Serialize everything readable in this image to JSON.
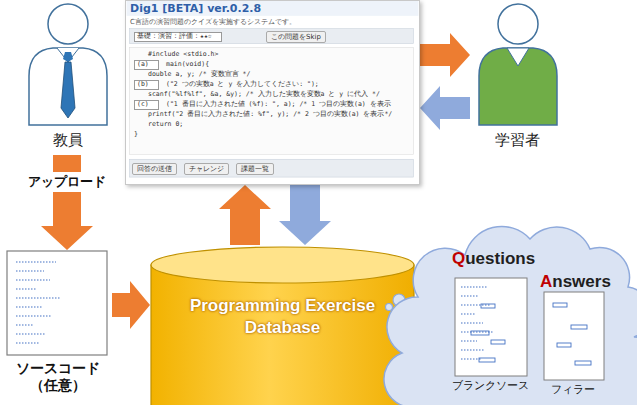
{
  "diagram": {
    "nodes": [
      {
        "text": [
          "教員"
        ]
      },
      {
        "text": [
          "Dig1 [BETA] ver.0.2.8",
          "C言語の演習問題のクイズを実施するシステムです。",
          "基礎：演習：評価：★★☆",
          "この問題をSkip",
          "#include <stdio.h>",
          "(a)",
          "main(void){",
          "double a, y; /* 変数宣言 */",
          "(b)",
          "(\"2 つの実数a と y を入力してください: \");",
          "scanf(\"%lf%lf\", &a, &y); /* 入力した実数を変数a と y に代入 */",
          "(c)",
          "(\"1 番目に入力された値 (%f): \", a); /* 1 つ目の実数(a) を表示",
          "printf(\"2 番目に入力された値: %f\", y); /* 2 つ目の実数(a) を表示*/",
          "return 0;",
          "}",
          "回答の送信",
          "チャレンジ",
          "課題一覧"
        ]
      },
      {
        "text": [
          "学習者"
        ]
      },
      {
        "text": [
          "ソースコード （任意）"
        ]
      },
      {
        "text": [
          "Programming Exercise Database"
        ]
      },
      {
        "text": [
          "Questions",
          "Answers"
        ]
      },
      {
        "text": [
          "ブランクソース"
        ],
        "in": 5
      },
      {
        "text": [
          "フィラー"
        ],
        "in": 5
      }
    ],
    "edges": [
      {
        "from": 1,
        "to": 2,
        "arrow": "to"
      },
      {
        "from": 2,
        "to": 1,
        "arrow": "to"
      },
      {
        "from": 0,
        "to": 3,
        "label": "アップロード",
        "arrow": "to"
      },
      {
        "from": 3,
        "to": 4,
        "arrow": "to"
      },
      {
        "from": 4,
        "to": 1,
        "arrow": "to"
      },
      {
        "from": 1,
        "to": 4,
        "arrow": "to"
      }
    ]
  }
}
